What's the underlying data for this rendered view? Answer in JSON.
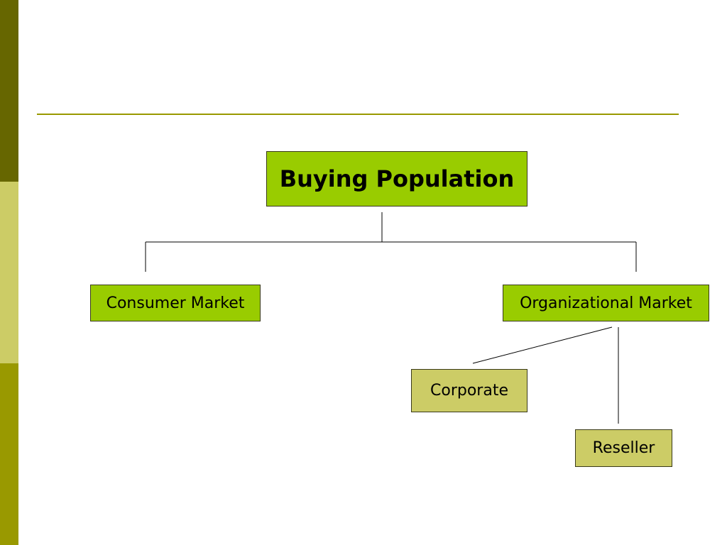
{
  "colors": {
    "sidebar_top": "#666600",
    "sidebar_mid": "#cccc66",
    "sidebar_bottom": "#999900",
    "title_rule": "#999900",
    "primary_box": "#99cc00",
    "secondary_box": "#cccc66",
    "connector": "#000000"
  },
  "diagram": {
    "root": {
      "label": "Buying Population"
    },
    "level1": [
      {
        "label": "Consumer Market"
      },
      {
        "label": "Organizational Market"
      }
    ],
    "level2": [
      {
        "label": "Corporate"
      },
      {
        "label": "Reseller"
      }
    ]
  }
}
